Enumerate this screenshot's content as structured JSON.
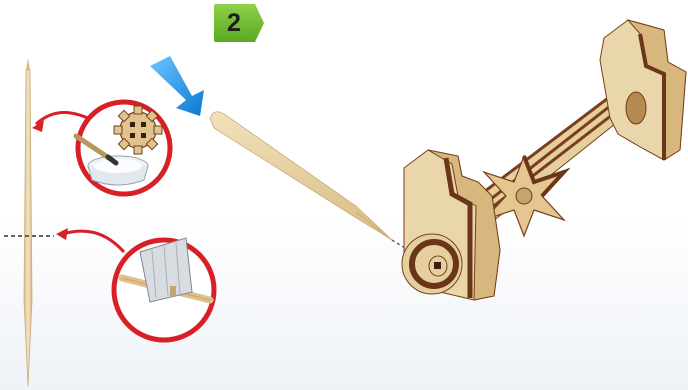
{
  "step": {
    "number": "2",
    "badge_color": "#6fbf2f"
  },
  "icons": {
    "arrow": "blue-pointer-arrow",
    "glue": "glue-pot-and-brush",
    "cut": "utility-knife-cutting"
  },
  "colors": {
    "wood_light": "#e8d3a7",
    "wood_dark": "#7a3e1c",
    "callout_red": "#d81f26",
    "arrow_blue": "#1f8fe0"
  }
}
